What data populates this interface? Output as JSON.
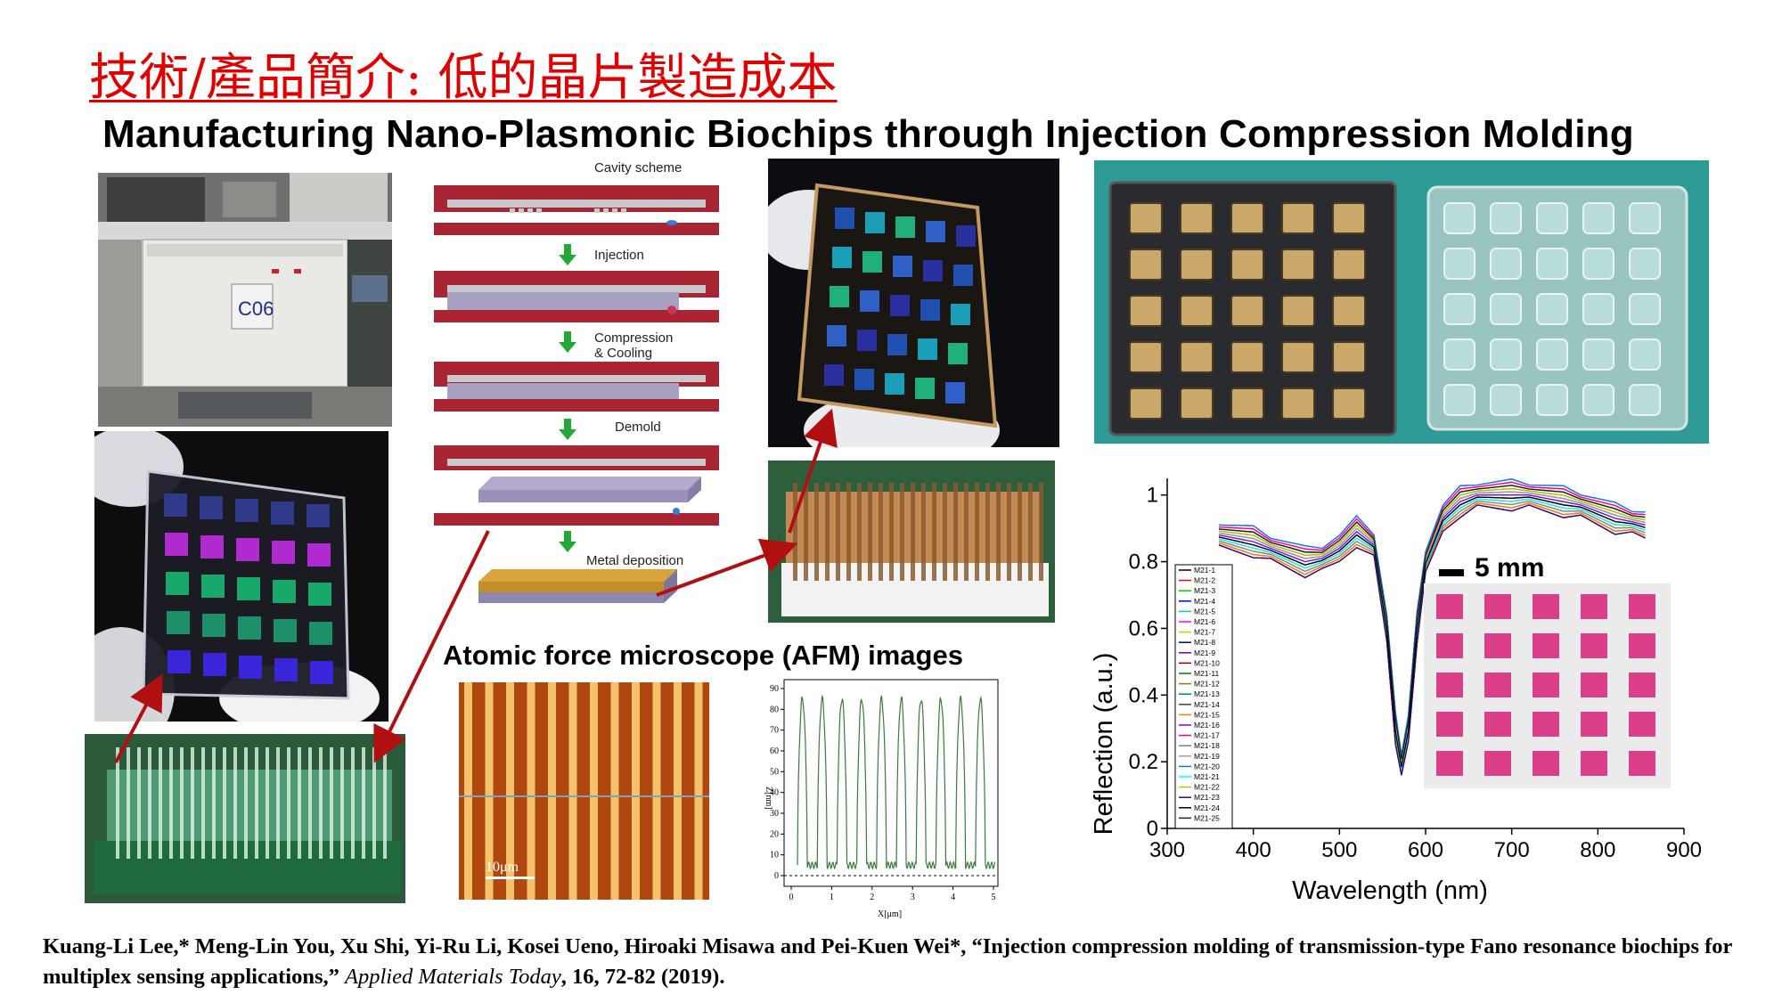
{
  "slide": {
    "title": "技術/產品簡介: 低的晶片製造成本",
    "heading": "Manufacturing Nano-Plasmonic Biochips through Injection Compression Molding"
  },
  "machine_photo": {
    "label": "C06"
  },
  "scheme": {
    "steps": [
      "Cavity scheme",
      "Injection",
      "Compression",
      "& Cooling",
      "Demold",
      "Metal deposition"
    ]
  },
  "afm": {
    "title": "Atomic force microscope (AFM) images",
    "scale_bar": "10μm",
    "profile": {
      "ylabel": "Z[nm]",
      "xlabel": "X[μm]",
      "y_ticks": [
        "0",
        "10",
        "20",
        "30",
        "40",
        "50",
        "60",
        "70",
        "80",
        "90"
      ],
      "x_ticks": [
        "0",
        "1",
        "2",
        "3",
        "4",
        "5"
      ]
    }
  },
  "chart_data": {
    "type": "line",
    "xlabel": "Wavelength (nm)",
    "ylabel": "Reflection (a.u.)",
    "xlim": [
      300,
      900
    ],
    "ylim": [
      0,
      1.05
    ],
    "x_ticks": [
      300,
      400,
      500,
      600,
      700,
      800,
      900
    ],
    "y_ticks": [
      0,
      0.2,
      0.4,
      0.6,
      0.8,
      1
    ],
    "grid": false,
    "legend_position": "left",
    "series_names": [
      "M21-1",
      "M21-2",
      "M21-3",
      "M21-4",
      "M21-5",
      "M21-6",
      "M21-7",
      "M21-8",
      "M21-9",
      "M21-10",
      "M21-11",
      "M21-12",
      "M21-13",
      "M21-14",
      "M21-15",
      "M21-16",
      "M21-17",
      "M21-18",
      "M21-19",
      "M21-20",
      "M21-21",
      "M21-22",
      "M21-23",
      "M21-24",
      "M21-25"
    ],
    "series_colors": [
      "#000000",
      "#ff0000",
      "#00cc00",
      "#0000ff",
      "#00cccc",
      "#ff00ff",
      "#cccc00",
      "#000080",
      "#800080",
      "#800000",
      "#008000",
      "#808000",
      "#008080",
      "#404040",
      "#ff8000",
      "#8000ff",
      "#ff0080",
      "#808080",
      "#a0a0a0",
      "#0080ff",
      "#00ffff",
      "#c0c000",
      "#400080",
      "#000000",
      "#202020"
    ],
    "x": [
      360,
      380,
      400,
      420,
      440,
      460,
      480,
      500,
      520,
      540,
      555,
      565,
      572,
      580,
      590,
      600,
      620,
      640,
      660,
      680,
      700,
      720,
      740,
      760,
      780,
      800,
      820,
      840,
      855
    ],
    "mean_values": [
      0.88,
      0.87,
      0.86,
      0.84,
      0.82,
      0.8,
      0.81,
      0.84,
      0.89,
      0.85,
      0.6,
      0.3,
      0.19,
      0.3,
      0.6,
      0.8,
      0.93,
      0.98,
      1.0,
      1.0,
      1.0,
      1.0,
      0.99,
      0.98,
      0.97,
      0.95,
      0.93,
      0.92,
      0.91
    ],
    "inset_scale_label": "5 mm"
  },
  "citation": {
    "part1": "Kuang-Li Lee,* Meng-Lin You, Xu Shi, Yi-Ru Li, Kosei Ueno, Hiroaki Misawa and Pei-Kuen Wei*, “Injection compression molding of transmission-type Fano resonance biochips for multiplex sensing applications,” ",
    "journal": "Applied Materials Today",
    "part2": ", 16, 72-82 (2019)."
  }
}
